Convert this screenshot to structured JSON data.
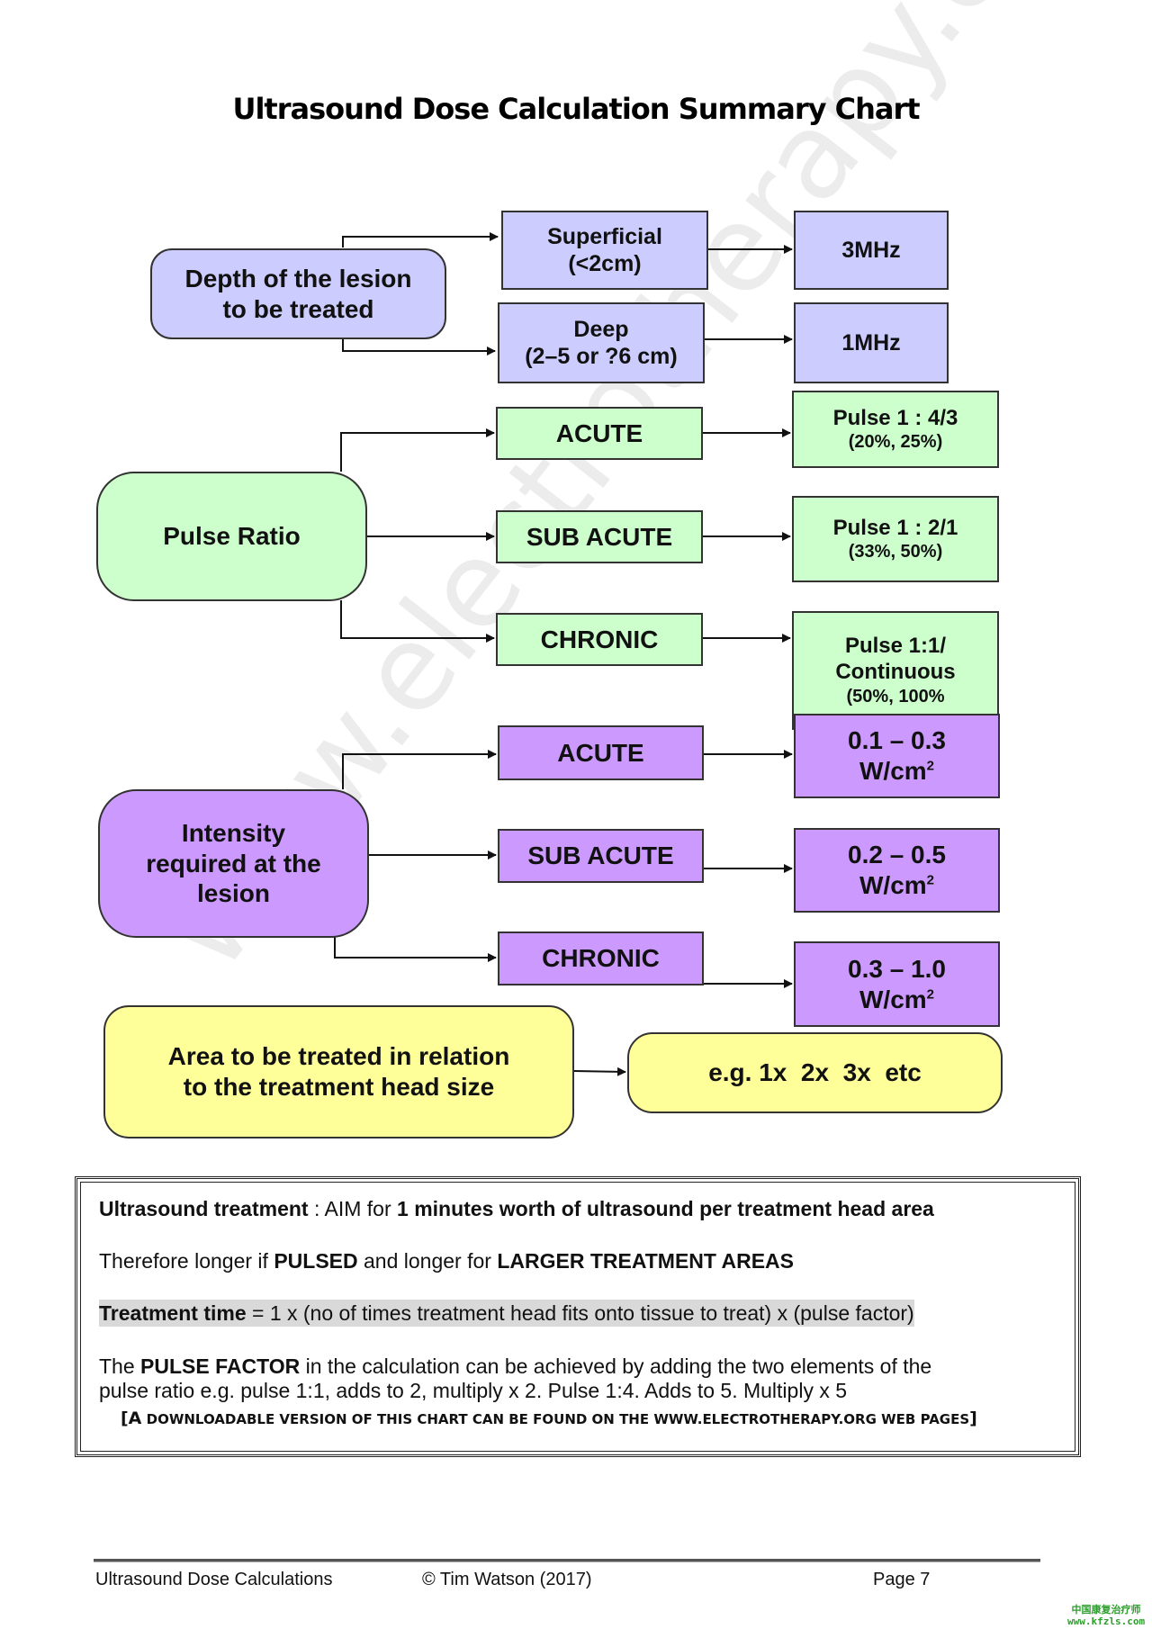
{
  "title": "Ultrasound Dose Calculation Summary Chart",
  "watermark": "www.electrotherapy.org",
  "colors": {
    "depth": "#ccccff",
    "pulse": "#ccffcc",
    "intensity": "#cc99ff",
    "area": "#ffff99",
    "highlight": "#d9d9d9"
  },
  "depth": {
    "label": "Depth of the lesion to be treated",
    "branches": [
      {
        "condition_line1": "Superficial",
        "condition_line2": "(<2cm)",
        "result": "3MHz"
      },
      {
        "condition_line1": "Deep",
        "condition_line2": "(2–5 or ?6 cm)",
        "result": "1MHz"
      }
    ]
  },
  "pulse": {
    "label": "Pulse Ratio",
    "branches": [
      {
        "condition": "ACUTE",
        "result_line1": "Pulse 1 : 4/3",
        "result_line2": "",
        "result_detail": "(20%, 25%)"
      },
      {
        "condition": "SUB ACUTE",
        "result_line1": "Pulse 1 : 2/1",
        "result_line2": "",
        "result_detail": "(33%, 50%)"
      },
      {
        "condition": "CHRONIC",
        "result_line1": "Pulse 1:1/",
        "result_line2": "Continuous",
        "result_detail": "(50%, 100%"
      }
    ]
  },
  "intensity": {
    "label_line1": "Intensity",
    "label_line2": "required at the",
    "label_line3": "lesion",
    "unit": "W/cm",
    "unit_sup": "2",
    "branches": [
      {
        "condition": "ACUTE",
        "range": "0.1 – 0.3"
      },
      {
        "condition": "SUB ACUTE",
        "range": "0.2 – 0.5"
      },
      {
        "condition": "CHRONIC",
        "range": "0.3 – 1.0"
      }
    ]
  },
  "area": {
    "label_line1": "Area to be treated in relation",
    "label_line2": "to the treatment head size",
    "example": "e.g. 1x  2x  3x  etc"
  },
  "notes": {
    "line1": {
      "b1": "Ultrasound treatment",
      "t1": " : AIM for ",
      "b2": "1 minutes worth of ultrasound per treatment head area"
    },
    "line2": {
      "t1": "Therefore longer if ",
      "b1": "PULSED",
      "t2": " and longer for ",
      "b2": "LARGER TREATMENT AREAS"
    },
    "line3": {
      "b1": "Treatment time",
      "t1": " = 1 x (no of times treatment head fits onto tissue to treat) x (pulse factor)"
    },
    "line4": {
      "t1": "The ",
      "b1": "PULSE FACTOR",
      "t2": " in the calculation can be achieved by adding the two elements of the"
    },
    "line5": "pulse ratio e.g. pulse 1:1, adds to 2, multiply x 2. Pulse 1:4. Adds to 5. Multiply x 5",
    "download": {
      "open": "[A",
      "text": " DOWNLOADABLE VERSION OF THIS CHART CAN BE FOUND ON THE WWW.ELECTROTHERAPY.ORG WEB PAGES",
      "close": "]"
    }
  },
  "footer": {
    "doc_title": "Ultrasound Dose Calculations",
    "copyright": "© Tim Watson (2017)",
    "page": "Page 7"
  },
  "site_mark": {
    "line1": "中国康复治疗师",
    "line2": "www.kfzls.com"
  }
}
